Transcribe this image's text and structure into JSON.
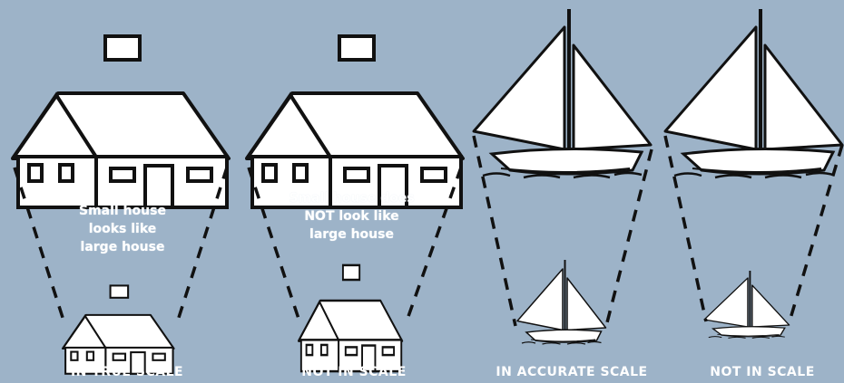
{
  "panels": [
    {
      "note": [
        "Small house",
        "looks like",
        "large house"
      ],
      "label": "IN TRUE SCALE"
    },
    {
      "note": [
        "Small house does",
        "NOT look like",
        "large house"
      ],
      "label": "NOT IN SCALE"
    },
    {
      "note": [],
      "label": "IN ACCURATE SCALE"
    },
    {
      "note": [],
      "label": "NOT IN SCALE"
    }
  ],
  "colors": {
    "background": "#9db3c8",
    "ink": "#111111",
    "paper": "#ffffff"
  }
}
